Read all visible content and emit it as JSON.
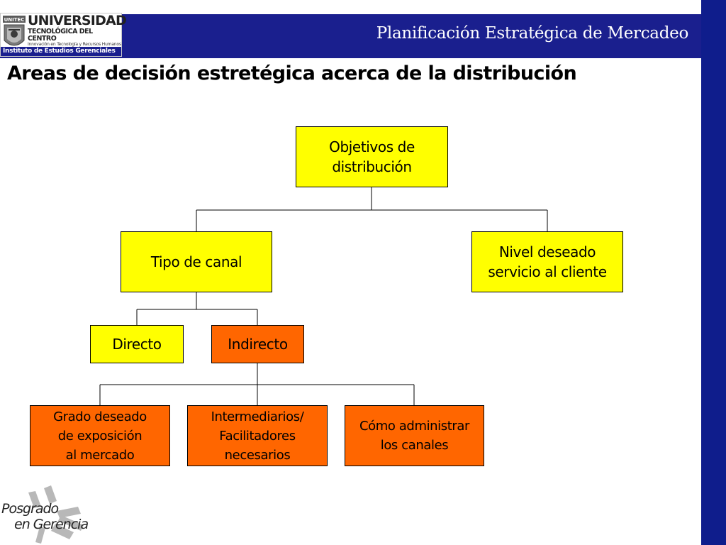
{
  "header": {
    "title": "Planificación Estratégica de Mercadeo",
    "bar_color": "#1a1f8e",
    "band_color": "#0f1d8c"
  },
  "logo": {
    "line1": "UNIVERSIDAD",
    "line2": "TECNOLÓGICA DEL CENTRO",
    "line3": "Innovación en Tecnología y Recursos Humanos",
    "strip": "Instituto de Estudios Gerenciales",
    "emblem_label": "UNITEC"
  },
  "slide": {
    "title": "Areas de decisión estretégica acerca de la distribución"
  },
  "diagram": {
    "nodes": {
      "objetivos": "Objetivos de\ndistribución",
      "tipo_canal": "Tipo de canal",
      "nivel_servicio": "Nivel deseado\nservicio al cliente",
      "directo": "Directo",
      "indirecto": "Indirecto",
      "grado_exposicion": "Grado deseado\nde exposición\nal mercado",
      "intermediarios": "Intermediarios/\nFacilitadores\nnecesarios",
      "como_administrar": "Cómo administrar\nlos canales"
    },
    "colors": {
      "yellow": "#ffff00",
      "orange": "#ff6600",
      "line": "#000000"
    }
  },
  "footer": {
    "line1": "Posgrado",
    "line2": "en Gerencia"
  }
}
